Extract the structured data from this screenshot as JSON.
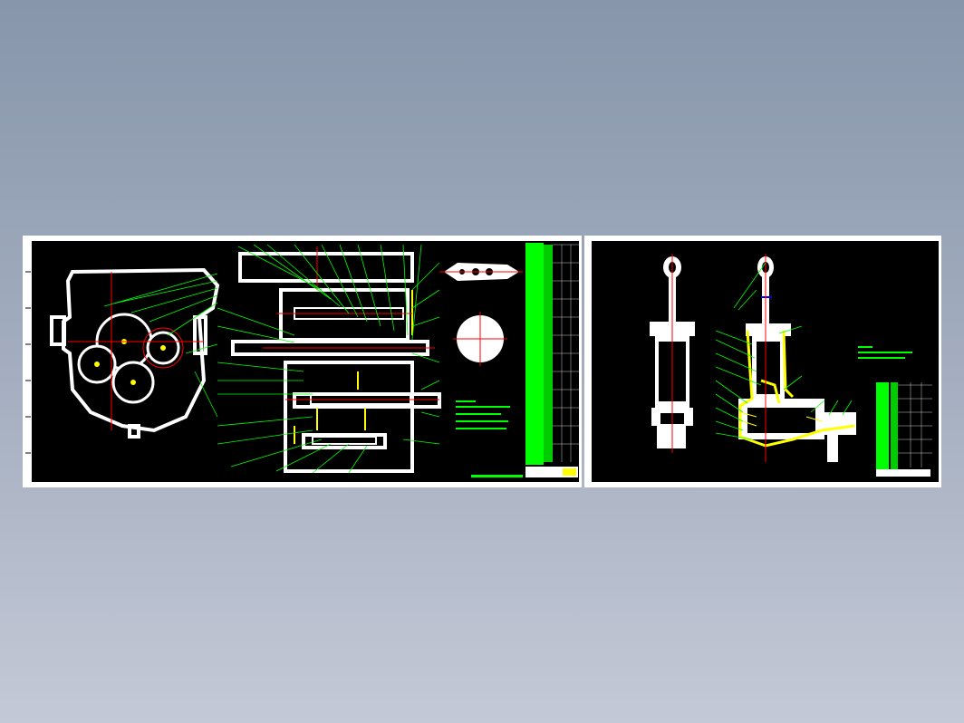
{
  "viewer": {
    "background_top": "#8796ab",
    "background_bottom": "#c4c9d6"
  },
  "sheets": [
    {
      "id": "left",
      "content": "gearbox-assembly-drawing"
    },
    {
      "id": "right",
      "content": "hydraulic-cylinder-and-valve-drawing"
    }
  ],
  "colors": {
    "outline": "#ffffff",
    "leader": "#00ff00",
    "centerline": "#ff0000",
    "section": "#ffff00",
    "dimension": "#0000ff"
  }
}
